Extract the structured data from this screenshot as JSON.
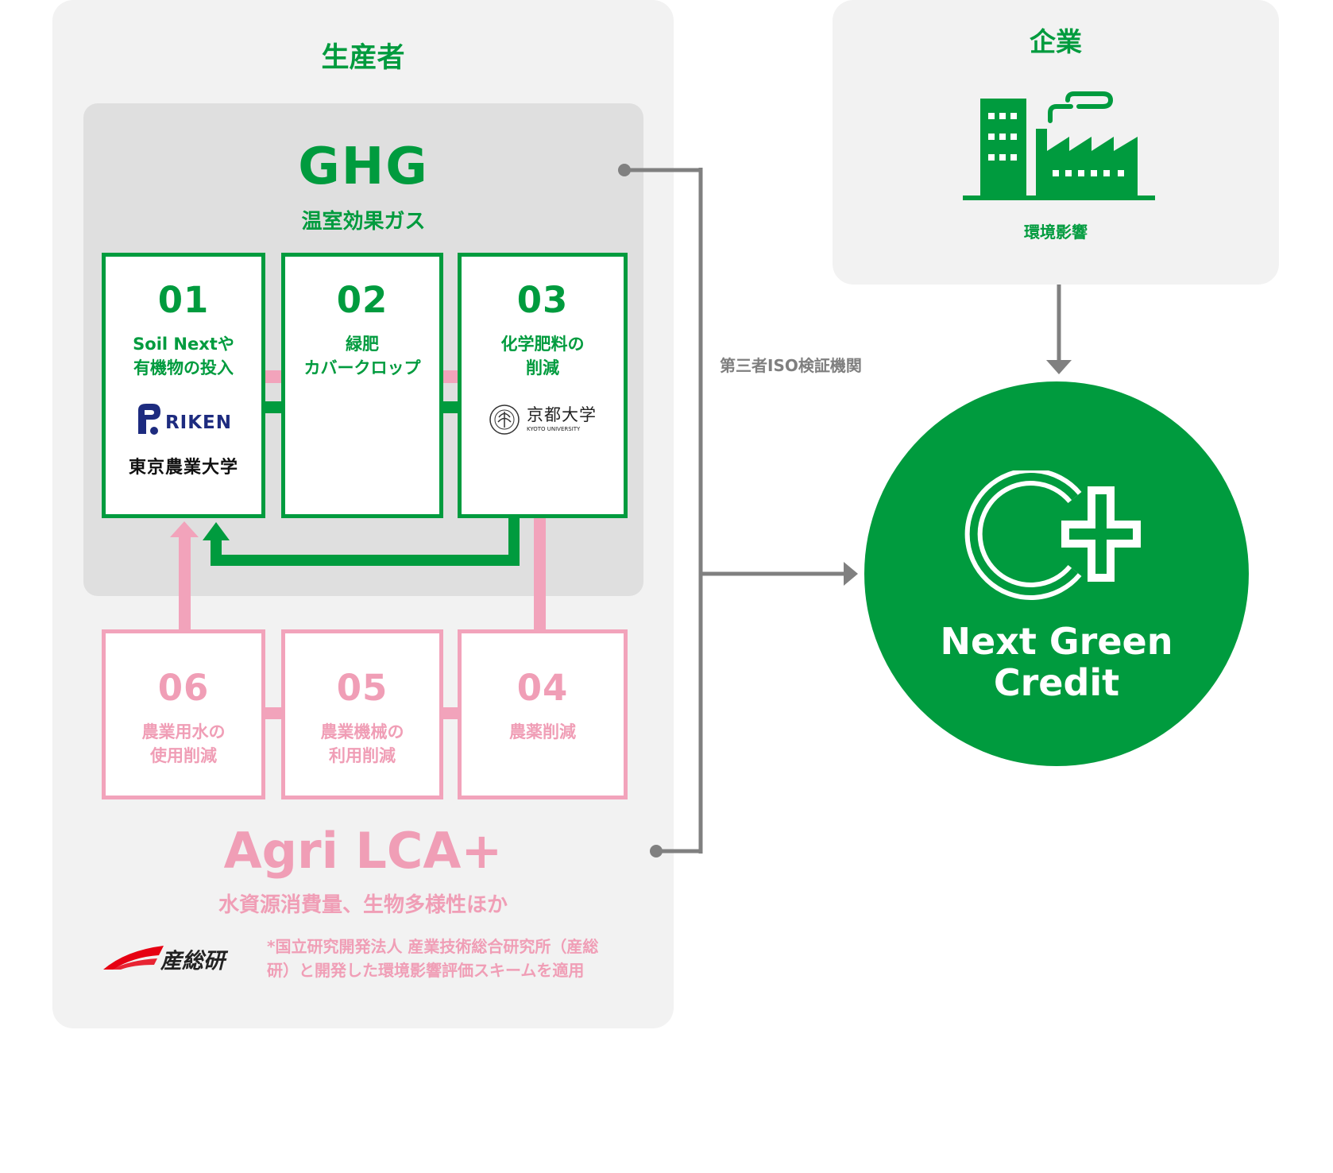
{
  "producer": {
    "title": "生産者",
    "ghg": {
      "title": "GHG",
      "subtitle": "温室効果ガス",
      "boxes": [
        {
          "number": "01",
          "label": "Soil Nextや\n有機物の投入"
        },
        {
          "number": "02",
          "label": "緑肥\nカバークロップ"
        },
        {
          "number": "03",
          "label": "化学肥料の\n削減"
        }
      ],
      "logos": {
        "riken": "RIKEN",
        "tokyo_nodai": "東京農業大学",
        "kyoto_ja": "京都大学",
        "kyoto_en": "KYOTO UNIVERSITY"
      }
    },
    "agri_lca": {
      "title": "Agri LCA+",
      "subtitle": "水資源消費量、生物多様性ほか",
      "boxes": [
        {
          "number": "06",
          "label": "農業用水の\n使用削減"
        },
        {
          "number": "05",
          "label": "農業機械の\n利用削減"
        },
        {
          "number": "04",
          "label": "農薬削減"
        }
      ],
      "aist_logo": "産総研",
      "note": "*国立研究開発法人 産業技術総合研究所（産総\n研）と開発した環境影響評価スキームを適用"
    }
  },
  "company": {
    "title": "企業",
    "caption": "環境影響"
  },
  "verifier_label": "第三者ISO検証機関",
  "credit": {
    "line1": "Next Green",
    "line2": "Credit"
  },
  "colors": {
    "green": "#009b3e",
    "pink": "#f2a3bb",
    "panel_gray": "#f2f2f2",
    "connector_gray": "#808080",
    "riken_blue": "#1d2b7f"
  }
}
